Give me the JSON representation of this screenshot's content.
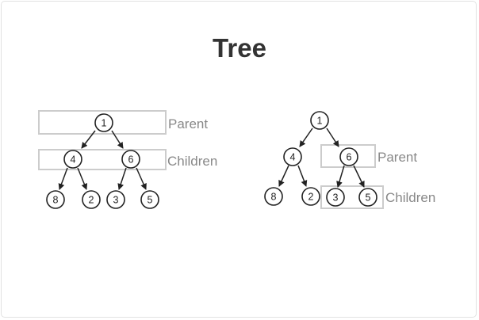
{
  "title": "Tree",
  "left_tree": {
    "nodes": [
      "1",
      "4",
      "6",
      "8",
      "2",
      "3",
      "5"
    ],
    "parent_label": "Parent",
    "children_label": "Children"
  },
  "right_tree": {
    "nodes": [
      "1",
      "4",
      "6",
      "8",
      "2",
      "3",
      "5"
    ],
    "parent_label": "Parent",
    "children_label": "Children"
  },
  "colors": {
    "title": "#333333",
    "node_stroke": "#222222",
    "highlight_box": "#cccccc",
    "highlight_label": "#888888"
  }
}
